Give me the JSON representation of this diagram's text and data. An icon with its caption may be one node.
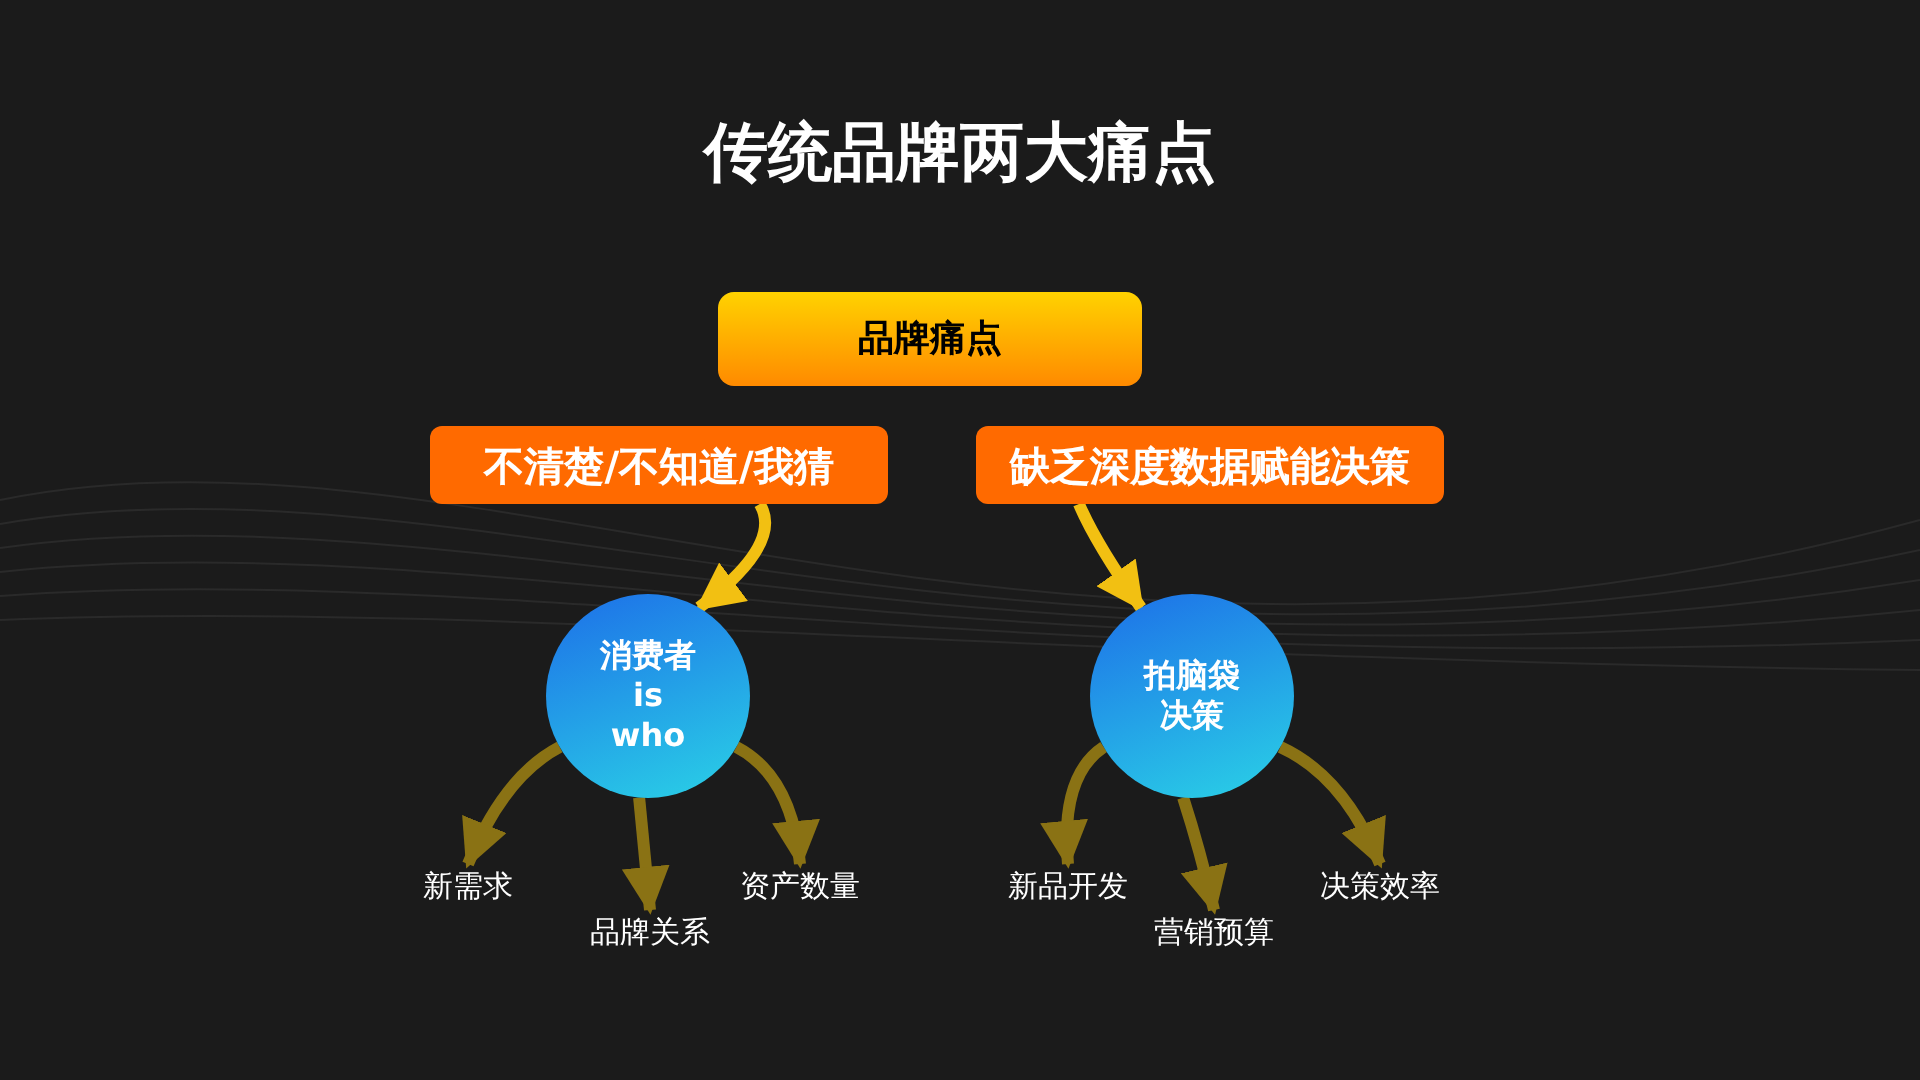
{
  "diagram": {
    "title": "传统品牌**两**大痛点",
    "nodes": [
      {
        "text": [
          "品牌痛点"
        ]
      },
      {
        "text": [
          "不清楚/不知道/我猜"
        ]
      },
      {
        "text": [
          "缺乏深度数据赋能决策"
        ]
      },
      {
        "text": [
          "消费者 is who"
        ]
      },
      {
        "text": [
          "拍脑袋决策"
        ]
      },
      {
        "text": [
          "新需求"
        ]
      },
      {
        "text": [
          "品牌关系"
        ]
      },
      {
        "text": [
          "资产数量"
        ]
      },
      {
        "text": [
          "新品开发"
        ]
      },
      {
        "text": [
          "营销预算"
        ]
      },
      {
        "text": [
          "决策效率"
        ]
      }
    ],
    "edges": [
      {
        "from": 1,
        "to": 3,
        "arrow": "to",
        "color": "#f2c012"
      },
      {
        "from": 2,
        "to": 4,
        "arrow": "to",
        "color": "#f2c012"
      },
      {
        "from": 3,
        "to": 5,
        "arrow": "to"
      },
      {
        "from": 3,
        "to": 6,
        "arrow": "to"
      },
      {
        "from": 3,
        "to": 7,
        "arrow": "to"
      },
      {
        "from": 4,
        "to": 8,
        "arrow": "to"
      },
      {
        "from": 4,
        "to": 9,
        "arrow": "to"
      },
      {
        "from": 4,
        "to": 10,
        "arrow": "to"
      }
    ]
  }
}
